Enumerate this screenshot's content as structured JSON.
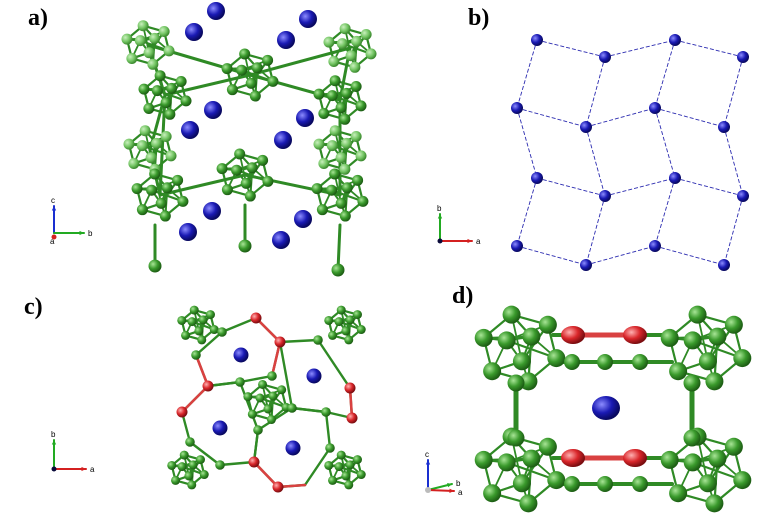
{
  "colors": {
    "green_atom": "#3a9a2c",
    "green_atom_light": "#6cc05a",
    "green_bond": "#2f8a25",
    "blue_atom": "#1a1ab4",
    "red_atom": "#d9262a",
    "red_bond": "#d94141",
    "blue_dash": "#2b2bb0",
    "axis_a": "#d42020",
    "axis_b": "#22aa22",
    "axis_c": "#1a2fd0"
  },
  "panels": [
    {
      "id": "a",
      "label": "a)",
      "axes": [
        "c",
        "b"
      ],
      "axis_extra": "a"
    },
    {
      "id": "b",
      "label": "b)",
      "axes": [
        "b",
        "a"
      ]
    },
    {
      "id": "c",
      "label": "c)",
      "axes": [
        "b",
        "a"
      ]
    },
    {
      "id": "d",
      "label": "d)",
      "axes": [
        "c",
        "b",
        "a"
      ]
    }
  ]
}
